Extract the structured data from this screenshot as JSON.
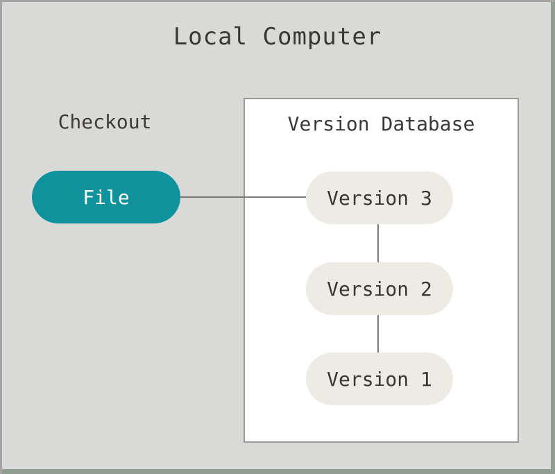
{
  "diagram": {
    "title": "Local Computer",
    "checkout_label": "Checkout",
    "file_node": {
      "label": "File",
      "fill_color": "#10929d",
      "text_color": "#ffffff"
    },
    "version_database": {
      "title": "Version Database",
      "nodes": [
        {
          "label": "Version 3"
        },
        {
          "label": "Version 2"
        },
        {
          "label": "Version 1"
        }
      ],
      "node_fill_color": "#edebe4",
      "node_text_color": "#3a3630",
      "box_background": "#ffffff",
      "box_border_color": "#999997"
    },
    "connections": [
      {
        "from": "File",
        "to": "Version 3",
        "orientation": "horizontal"
      },
      {
        "from": "Version 3",
        "to": "Version 2",
        "orientation": "vertical"
      },
      {
        "from": "Version 2",
        "to": "Version 1",
        "orientation": "vertical"
      }
    ],
    "colors": {
      "canvas_background": "#d9d9d8",
      "frame_top_left": "#a5a3a4",
      "frame_bottom_right": "#8f9e91",
      "connector": "#7a7a78",
      "heading_text": "#3a3836"
    }
  }
}
